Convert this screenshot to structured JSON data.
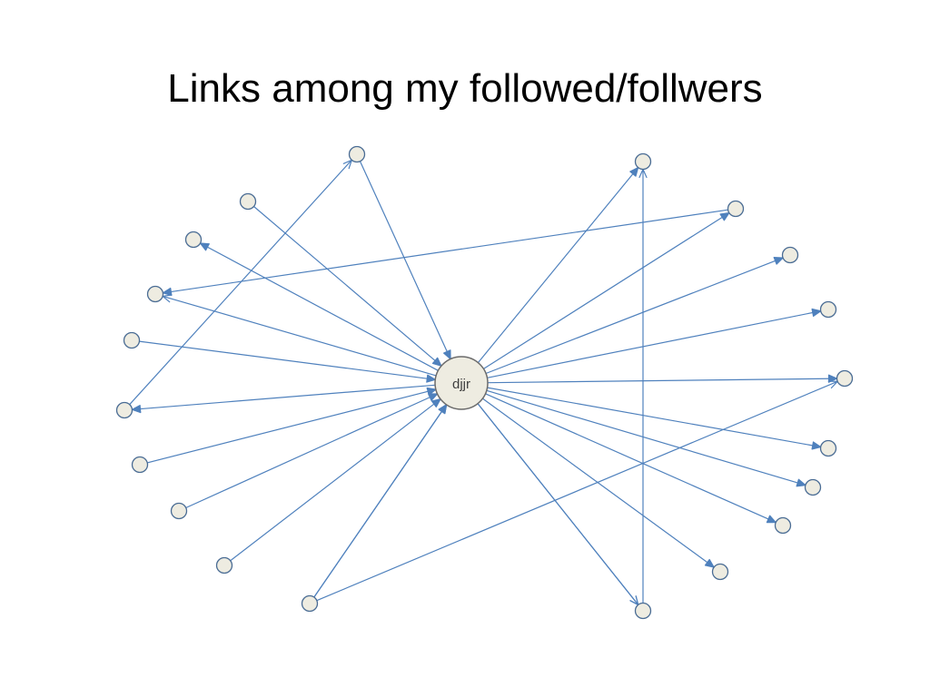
{
  "slide": {
    "title": "Links among my followed/follwers"
  },
  "graph": {
    "hub": {
      "id": "hub",
      "label": "djjr"
    },
    "colors": {
      "edge": "#4f81bd",
      "node_fill": "#eeece1",
      "node_stroke": "#4a6c94",
      "hub_stroke": "#6b6b6b"
    },
    "nodes": [
      {
        "id": "L1"
      },
      {
        "id": "L2"
      },
      {
        "id": "L3"
      },
      {
        "id": "L4"
      },
      {
        "id": "L5"
      },
      {
        "id": "L6"
      },
      {
        "id": "L7"
      },
      {
        "id": "L8"
      },
      {
        "id": "L9"
      },
      {
        "id": "L10"
      },
      {
        "id": "L11"
      },
      {
        "id": "R1"
      },
      {
        "id": "R2"
      },
      {
        "id": "R3"
      },
      {
        "id": "R4"
      },
      {
        "id": "R5"
      },
      {
        "id": "R6"
      },
      {
        "id": "R7"
      },
      {
        "id": "R8"
      },
      {
        "id": "R9"
      },
      {
        "id": "R10"
      }
    ],
    "edges": [
      {
        "from": "L1",
        "to": "hub"
      },
      {
        "from": "L2",
        "to": "hub"
      },
      {
        "from": "hub",
        "to": "L3"
      },
      {
        "from": "hub",
        "to": "L4"
      },
      {
        "from": "L5",
        "to": "hub"
      },
      {
        "from": "hub",
        "to": "L6"
      },
      {
        "from": "L7",
        "to": "hub"
      },
      {
        "from": "L8",
        "to": "hub"
      },
      {
        "from": "L9",
        "to": "hub"
      },
      {
        "from": "L10",
        "to": "hub"
      },
      {
        "from": "L11",
        "to": "hub"
      },
      {
        "from": "L6",
        "to": "L1"
      },
      {
        "from": "R2",
        "to": "L4"
      },
      {
        "from": "L11",
        "to": "R4"
      },
      {
        "from": "hub",
        "to": "R1"
      },
      {
        "from": "hub",
        "to": "R2"
      },
      {
        "from": "hub",
        "to": "R3"
      },
      {
        "from": "hub",
        "to": "R4"
      },
      {
        "from": "hub",
        "to": "R5"
      },
      {
        "from": "hub",
        "to": "R6"
      },
      {
        "from": "hub",
        "to": "R7"
      },
      {
        "from": "hub",
        "to": "R8"
      },
      {
        "from": "hub",
        "to": "R9"
      },
      {
        "from": "hub",
        "to": "R10"
      },
      {
        "from": "hub",
        "to": "R11"
      },
      {
        "from": "R10",
        "to": "R1"
      }
    ]
  }
}
